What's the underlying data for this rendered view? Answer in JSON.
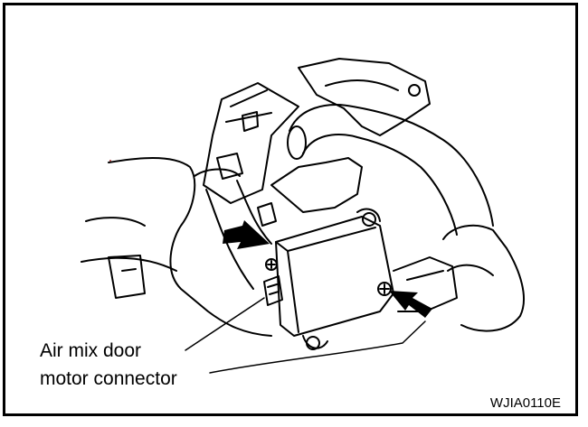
{
  "callout": {
    "line1": "Air mix door",
    "line2": "motor connector"
  },
  "figure_code": "WJIA0110E",
  "colors": {
    "ink": "#000000",
    "paper": "#ffffff"
  },
  "icons": [
    "arrow-icon",
    "screw-icon"
  ]
}
